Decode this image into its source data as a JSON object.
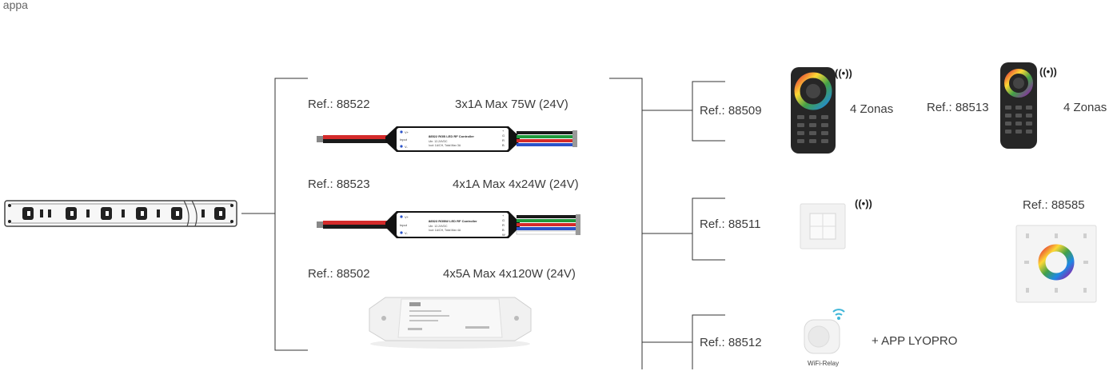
{
  "header": {
    "partial_text": ", appa"
  },
  "controllers": [
    {
      "ref": "Ref.: 88522",
      "spec": "3x1A Max 75W (24V)"
    },
    {
      "ref": "Ref.: 88523",
      "spec": "4x1A Max 4x24W (24V)"
    },
    {
      "ref": "Ref.: 88502",
      "spec": "4x5A Max 4x120W (24V)"
    }
  ],
  "controller_devices": [
    {
      "text": "88522 RGB LED RF Controller",
      "lines": [
        "Uin: 12-24VDC",
        "Iout: 1A/CH, Total Max 3A"
      ],
      "port_left_top": "V+",
      "port_left_mid": "Input",
      "port_left_bottom": "V-",
      "ports_right": [
        "+",
        "G",
        "R",
        "B"
      ]
    },
    {
      "text": "88523 RGBW LED RF Controller",
      "lines": [
        "Uin: 12-24VDC",
        "Iout: 1A/CH, Total Max 4A"
      ],
      "port_left_top": "V+",
      "port_left_mid": "Input",
      "port_left_bottom": "V-",
      "ports_right": [
        "+",
        "G",
        "R",
        "B",
        "W"
      ]
    }
  ],
  "remotes": [
    {
      "ref": "Ref.: 88509",
      "zones": "4 Zonas",
      "signal": "((•))"
    },
    {
      "ref": "Ref.: 88513",
      "zones": "4 Zonas",
      "signal": "((•))"
    }
  ],
  "wall_panel": {
    "ref": "Ref.: 88511",
    "signal": "((•))"
  },
  "touch_panel": {
    "ref": "Ref.: 88585"
  },
  "wifi": {
    "ref": "Ref.: 88512",
    "app": "+ APP LYOPRO",
    "device_label": "WiFi-Relay"
  },
  "colors": {
    "wire_red": "#d42a2a",
    "wire_green": "#1f9a3c",
    "wire_blue": "#2a52c9",
    "wire_black": "#1a1a1a",
    "line": "#333333"
  }
}
